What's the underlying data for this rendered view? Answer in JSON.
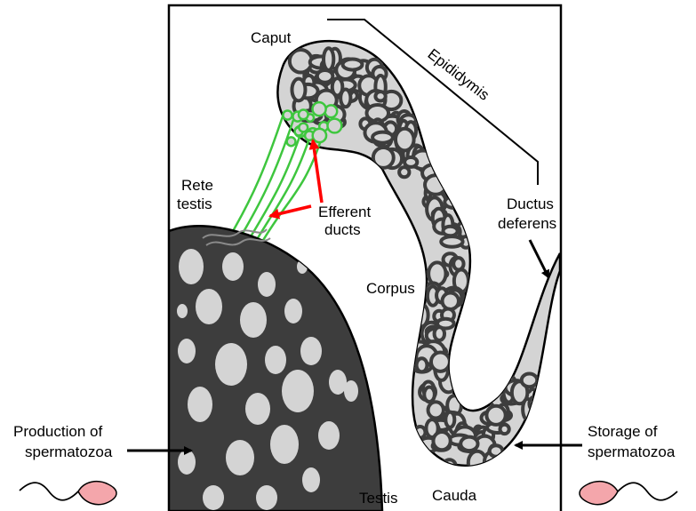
{
  "labels": {
    "caput": "Caput",
    "epididymis": "Epididymis",
    "rete_line1": "Rete",
    "rete_line2": "testis",
    "efferent_line1": "Efferent",
    "efferent_line2": "ducts",
    "ductus_line1": "Ductus",
    "ductus_line2": "deferens",
    "corpus": "Corpus",
    "production_line1": "Production of",
    "production_line2": "spermatozoa",
    "storage_line1": "Storage of",
    "storage_line2": "spermatozoa",
    "testis": "Testis",
    "cauda": "Cauda"
  },
  "colors": {
    "tissue_fill": "#d4d4d4",
    "tubule_dark": "#3d3d3d",
    "efferent_green": "#3ec63e",
    "arrow_red": "#ff0000",
    "sperm_head": "#f4a6ab",
    "outline": "#000000"
  },
  "icons": {
    "sperm_left": "sperm-icon",
    "sperm_right": "sperm-icon"
  }
}
